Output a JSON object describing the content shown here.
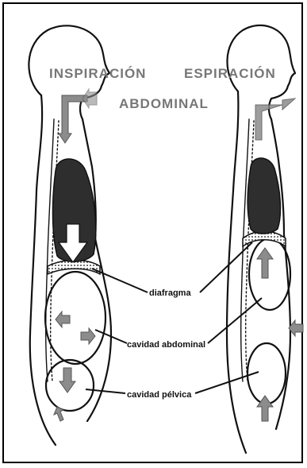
{
  "titles": {
    "left": "INSPIRACIÓN",
    "right": "ESPIRACIÓN",
    "center": "ABDOMINAL"
  },
  "labels": {
    "diaphragm": "diafragma",
    "abdominal_cavity": "cavidad abdominal",
    "pelvic_cavity": "cavidad pélvica"
  },
  "colors": {
    "outline": "#111111",
    "lung_fill": "#2e2e2e",
    "arrow_fill": "#8c8c8c",
    "title_fill": "#777777"
  }
}
